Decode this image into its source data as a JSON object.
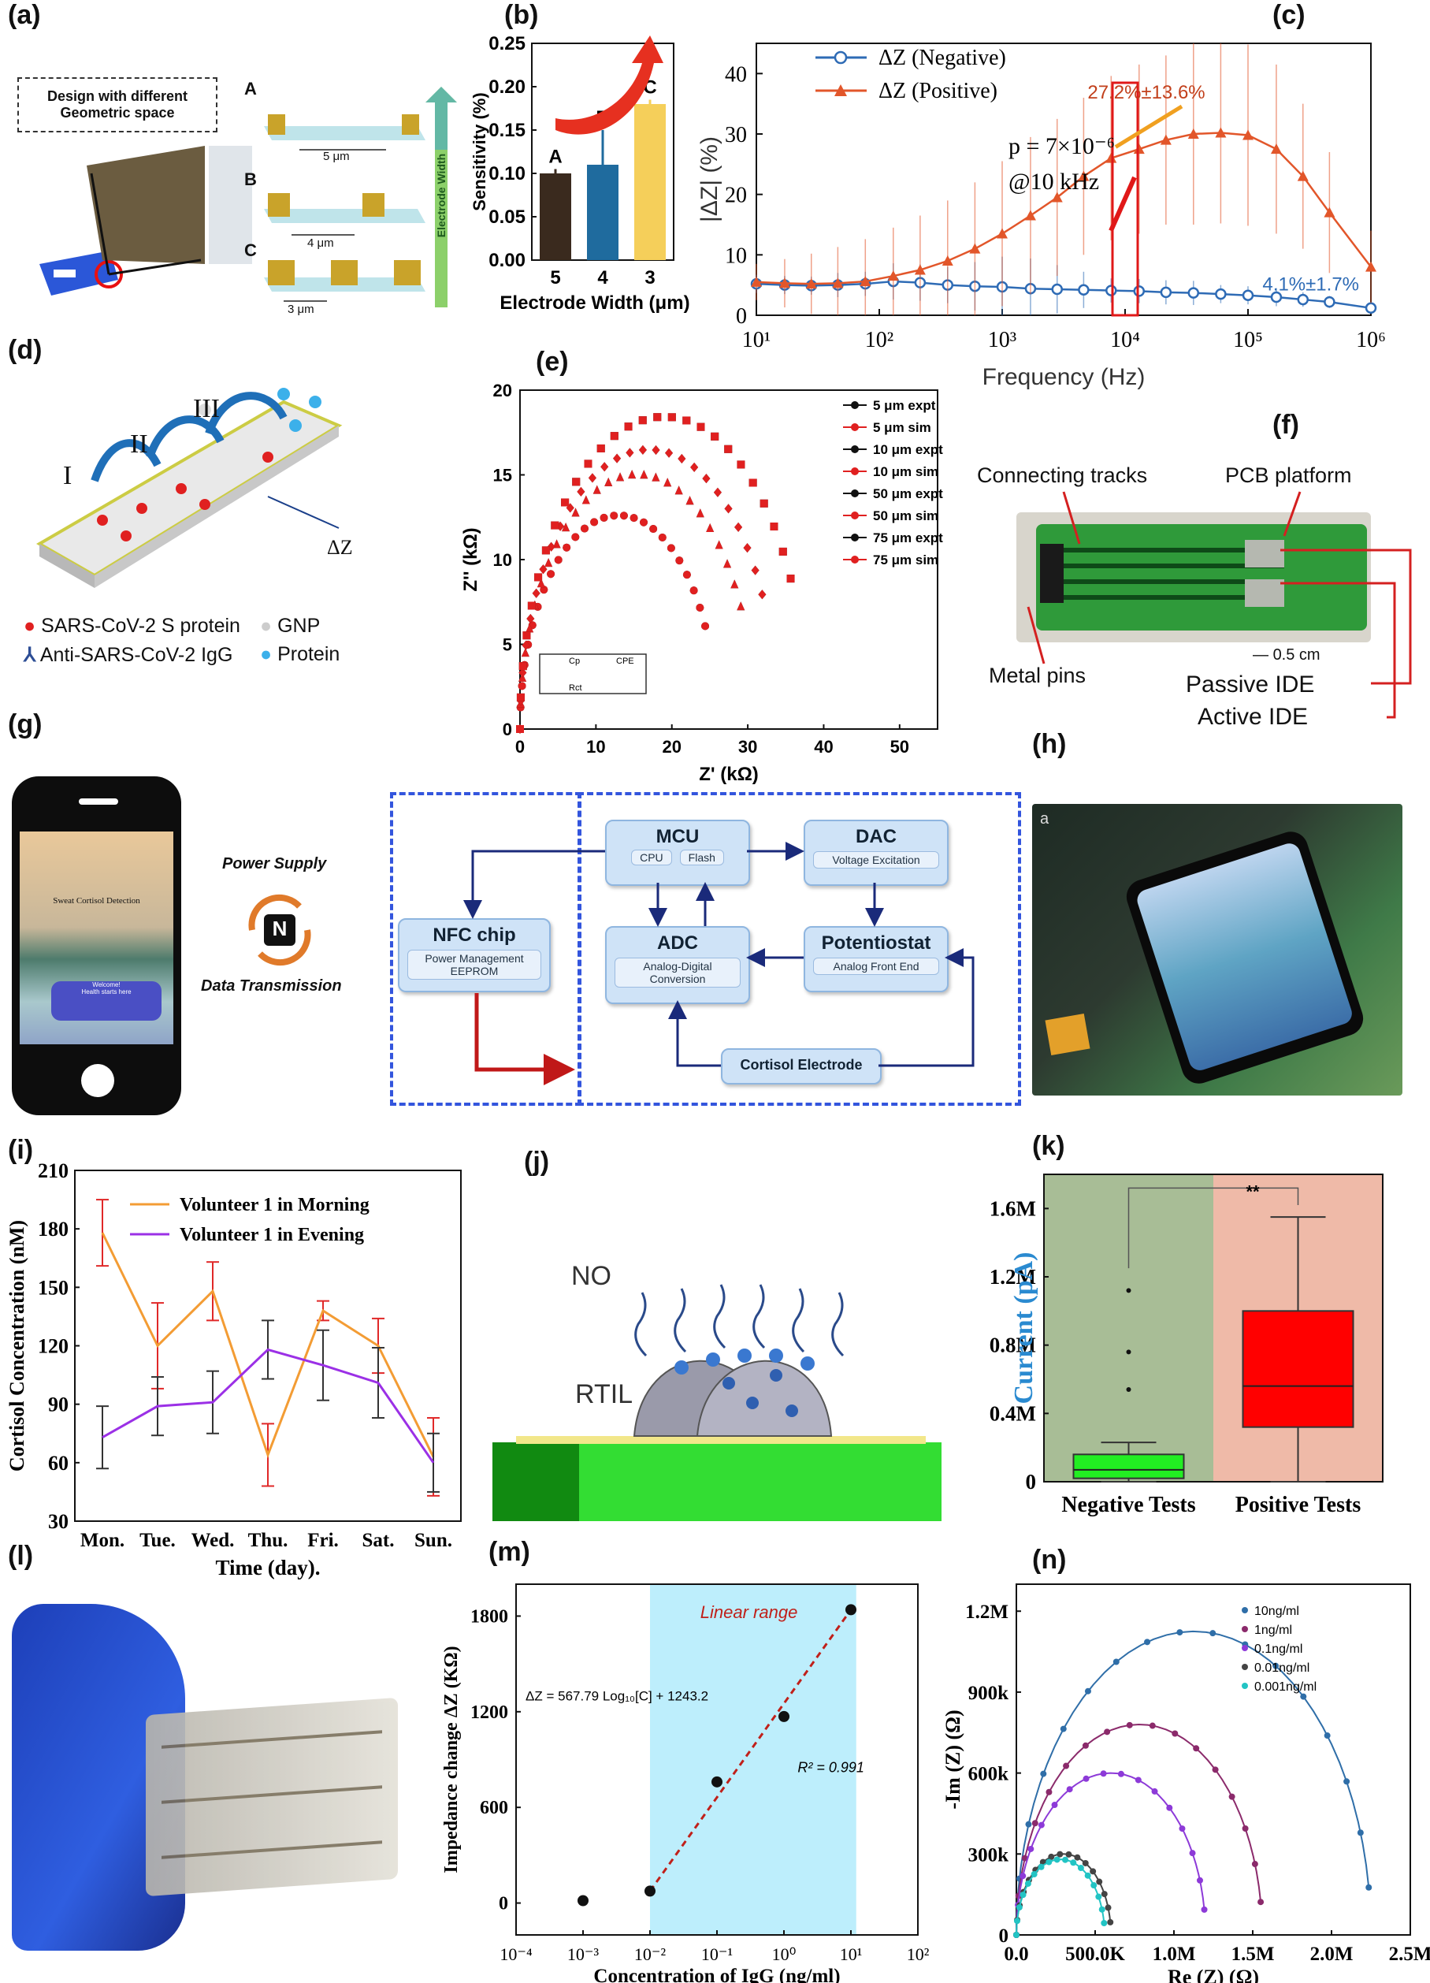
{
  "labels": {
    "a": "(a)",
    "b": "(b)",
    "c": "(c)",
    "d": "(d)",
    "e": "(e)",
    "f": "(f)",
    "g": "(g)",
    "h": "(h)",
    "i": "(i)",
    "j": "(j)",
    "k": "(k)",
    "l": "(l)",
    "m": "(m)",
    "n": "(n)"
  },
  "panel_a": {
    "design_box": "Design with different Geometric space",
    "rows": [
      "A",
      "B",
      "C"
    ],
    "spacings": [
      "5 μm",
      "4 μm",
      "3 μm"
    ],
    "arrow_label": "Electrode Width"
  },
  "panel_d": {
    "steps": [
      "I",
      "II",
      "III"
    ],
    "dz": "ΔZ",
    "legend": [
      "SARS-CoV-2 S protein",
      "Anti-SARS-CoV-2 IgG",
      "GNP",
      "Protein"
    ]
  },
  "panel_f": {
    "connecting_tracks": "Connecting tracks",
    "pcb_platform": "PCB platform",
    "metal_pins": "Metal pins",
    "scale": "0.5 cm",
    "passive": "Passive IDE",
    "active": "Active IDE"
  },
  "panel_g": {
    "phone_title": "Sweat Cortisol Detection",
    "phone_welcome": "Welcome!",
    "phone_sub": "Health starts here",
    "power_supply": "Power Supply",
    "data_transmission": "Data Transmission",
    "nfc_glyph": "N",
    "nfc_chip": {
      "title": "NFC chip",
      "sub": "Power Management EEPROM"
    },
    "mcu": {
      "title": "MCU",
      "subs": [
        "CPU",
        "Flash"
      ]
    },
    "dac": {
      "title": "DAC",
      "sub": "Voltage Excitation"
    },
    "adc": {
      "title": "ADC",
      "sub": "Analog-Digital Conversion"
    },
    "potentiostat": {
      "title": "Potentiostat",
      "sub": "Analog Front End"
    },
    "electrode": "Cortisol Electrode"
  },
  "panel_h": {
    "corner": "a"
  },
  "panel_j": {
    "no": "NO",
    "rtil": "RTIL"
  },
  "chart_data": [
    {
      "panel": "b",
      "type": "bar",
      "categories": [
        "5",
        "4",
        "3"
      ],
      "values": [
        0.1,
        0.11,
        0.18
      ],
      "errors": [
        0.005,
        0.04,
        0.005
      ],
      "bar_letters": [
        "A",
        "B",
        "C"
      ],
      "colors": [
        "#3a2a1e",
        "#1f6b9e",
        "#f5cf5a"
      ],
      "xlabel": "Electrode Width (μm)",
      "ylabel": "Sensitivity (%)",
      "ylim": [
        0,
        0.25
      ],
      "yticks": [
        "0.00",
        "0.05",
        "0.10",
        "0.15",
        "0.20",
        "0.25"
      ]
    },
    {
      "panel": "c",
      "type": "line",
      "xscale": "log",
      "xlim": [
        10,
        1000000
      ],
      "ylim": [
        0,
        45
      ],
      "xlabel": "Frequency (Hz)",
      "ylabel": "|ΔZ| (%)",
      "xticks": [
        "10¹",
        "10²",
        "10³",
        "10⁴",
        "10⁵",
        "10⁶"
      ],
      "yticks": [
        "0",
        "10",
        "20",
        "30",
        "40"
      ],
      "series": [
        {
          "name": "ΔZ (Negative)",
          "color": "#2e6bb5",
          "marker": "circle",
          "x": [
            10,
            17,
            28,
            46,
            77,
            130,
            215,
            360,
            600,
            1000,
            1700,
            2800,
            4600,
            7700,
            13000,
            21500,
            36000,
            60000,
            100000,
            170000,
            280000,
            460000,
            1000000
          ],
          "y": [
            5.2,
            5.0,
            4.9,
            5.0,
            5.2,
            5.6,
            5.4,
            5.0,
            4.8,
            4.7,
            4.4,
            4.3,
            4.2,
            4.1,
            4.0,
            3.8,
            3.7,
            3.5,
            3.3,
            3.0,
            2.6,
            2.2,
            1.2
          ],
          "err": [
            1.5,
            1.5,
            1.5,
            2,
            2,
            3,
            3,
            3,
            4,
            5,
            5,
            4,
            3,
            2,
            2,
            2,
            2,
            1.5,
            1.5,
            1.5,
            1.2,
            1,
            0.5
          ]
        },
        {
          "name": "ΔZ (Positive)",
          "color": "#e2562a",
          "marker": "triangle",
          "x": [
            10,
            17,
            28,
            46,
            77,
            130,
            215,
            360,
            600,
            1000,
            1700,
            2800,
            4600,
            7700,
            13000,
            21500,
            36000,
            60000,
            100000,
            170000,
            280000,
            460000,
            1000000
          ],
          "y": [
            5.5,
            5.3,
            5.2,
            5.3,
            5.6,
            6.5,
            7.5,
            9,
            11,
            13.5,
            16.5,
            19.5,
            23,
            26,
            27.5,
            29,
            30,
            30.2,
            29.8,
            27.5,
            23,
            17,
            8
          ],
          "err": [
            3,
            4,
            5,
            6,
            7,
            8,
            9,
            10,
            11,
            12,
            13,
            13,
            13,
            13.6,
            14,
            14,
            15,
            15,
            15,
            14,
            12,
            10,
            6
          ]
        }
      ],
      "annotations": [
        "27.2%±13.6%",
        "p = 7×10⁻⁶",
        "@10 kHz",
        "4.1%±1.7%"
      ]
    },
    {
      "panel": "e",
      "type": "scatter",
      "xlabel": "Z' (kΩ)",
      "ylabel": "Z'' (kΩ)",
      "xlim": [
        0,
        55
      ],
      "ylim": [
        0,
        20
      ],
      "xticks": [
        "0",
        "10",
        "20",
        "30",
        "40",
        "50"
      ],
      "yticks": [
        "0",
        "5",
        "10",
        "15",
        "20"
      ],
      "circuit": [
        "Cp",
        "Rct",
        "CPE"
      ],
      "series": [
        {
          "name": "5 μm expt",
          "color": "#111111",
          "marker": "circle",
          "diameter": 26
        },
        {
          "name": "5 μm sim",
          "color": "#e02020",
          "marker": "circle",
          "diameter": 26
        },
        {
          "name": "10 μm expt",
          "color": "#111111",
          "marker": "triangle",
          "diameter": 31
        },
        {
          "name": "10 μm sim",
          "color": "#e02020",
          "marker": "triangle",
          "diameter": 31
        },
        {
          "name": "50 μm expt",
          "color": "#111111",
          "marker": "diamond",
          "diameter": 34
        },
        {
          "name": "50 μm sim",
          "color": "#e02020",
          "marker": "diamond",
          "diameter": 34
        },
        {
          "name": "75 μm expt",
          "color": "#111111",
          "marker": "square",
          "diameter": 38
        },
        {
          "name": "75 μm sim",
          "color": "#e02020",
          "marker": "square",
          "diameter": 38
        }
      ]
    },
    {
      "panel": "i",
      "type": "line",
      "categories": [
        "Mon.",
        "Tue.",
        "Wed.",
        "Thu.",
        "Fri.",
        "Sat.",
        "Sun."
      ],
      "xlabel": "Time (day).",
      "ylabel": "Cortisol Concentration (nM)",
      "ylim": [
        30,
        210
      ],
      "yticks": [
        "30",
        "60",
        "90",
        "120",
        "150",
        "180",
        "210"
      ],
      "series": [
        {
          "name": "Volunteer 1 in Morning",
          "color": "#f39c34",
          "values": [
            178,
            120,
            148,
            64,
            138,
            120,
            63
          ],
          "err": [
            17,
            22,
            15,
            16,
            5,
            14,
            20
          ]
        },
        {
          "name": "Volunteer 1 in Evening",
          "color": "#9b30e6",
          "values": [
            73,
            89,
            91,
            118,
            110,
            101,
            60
          ],
          "err": [
            16,
            15,
            16,
            15,
            18,
            18,
            15
          ]
        }
      ]
    },
    {
      "panel": "k",
      "type": "box",
      "categories": [
        "Negative Tests",
        "Positive Tests"
      ],
      "ylabel": "Current (pA)",
      "ylim": [
        0,
        1800000
      ],
      "yticks": [
        "0",
        "0.4M",
        "0.8M",
        "1.2M",
        "1.6M"
      ],
      "boxes": [
        {
          "min": 0,
          "q1": 20000,
          "median": 70000,
          "q3": 160000,
          "max": 230000,
          "outliers": [
            540000,
            760000,
            1120000
          ],
          "color": "#22ee22"
        },
        {
          "min": 0,
          "q1": 320000,
          "median": 560000,
          "q3": 1000000,
          "max": 1550000,
          "outliers": [],
          "color": "#ff0000"
        }
      ],
      "significance": "**"
    },
    {
      "panel": "m",
      "type": "scatter",
      "xscale": "log",
      "xlim": [
        0.0001,
        100
      ],
      "ylim": [
        -200,
        2000
      ],
      "xlabel": "Concentration of IgG (ng/ml)",
      "ylabel": "Impedance change ΔZ (KΩ)",
      "xticks": [
        "10⁻⁴",
        "10⁻³",
        "10⁻²",
        "10⁻¹",
        "10⁰",
        "10¹",
        "10²"
      ],
      "yticks": [
        "0",
        "600",
        "1200",
        "1800"
      ],
      "x": [
        0.001,
        0.01,
        0.1,
        1,
        10
      ],
      "y": [
        15,
        75,
        760,
        1170,
        1840
      ],
      "linear_range": [
        0.01,
        10
      ],
      "linear_label": "Linear range",
      "equation": "ΔZ = 567.79 Log₁₀[C] + 1243.2",
      "r2": "R² = 0.991"
    },
    {
      "panel": "n",
      "type": "scatter",
      "xlabel": "Re (Z) (Ω)",
      "ylabel": "-Im (Z) (Ω)",
      "xlim": [
        0,
        2500000
      ],
      "ylim": [
        0,
        1300000
      ],
      "xticks": [
        "0.0",
        "500.0K",
        "1.0M",
        "1.5M",
        "2.0M",
        "2.5M"
      ],
      "yticks": [
        "0",
        "300k",
        "600k",
        "900k",
        "1.2M"
      ],
      "series": [
        {
          "name": "10ng/ml",
          "color": "#2f6ea8",
          "diameter": 2250000,
          "end": 2270000
        },
        {
          "name": "1ng/ml",
          "color": "#8b2a6b",
          "diameter": 1560000,
          "end": 1760000
        },
        {
          "name": "0.1ng/ml",
          "color": "#8d3ad8",
          "diameter": 1200000,
          "end": 1310000
        },
        {
          "name": "0.01ng/ml",
          "color": "#444444",
          "diameter": 600000,
          "end": 620000
        },
        {
          "name": "0.001ng/ml",
          "color": "#22c4c4",
          "diameter": 560000,
          "end": 580000
        }
      ]
    }
  ]
}
